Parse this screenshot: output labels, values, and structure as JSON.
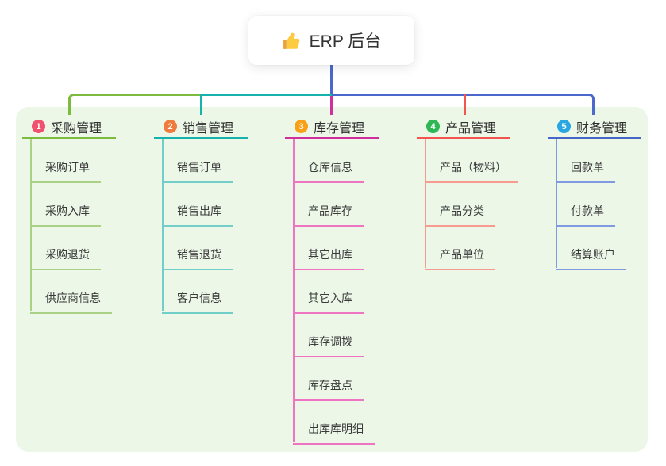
{
  "root": {
    "title": "ERP 后台",
    "icon": "thumbs-up-icon"
  },
  "canvas": {
    "background": "#FFFFFF",
    "panel_color": "#ECF7E8",
    "trunk_color": "#4B68CD"
  },
  "branches": [
    {
      "badge": "1",
      "title": "采购管理",
      "color": "#7CBB3D",
      "light_color": "#AAD287",
      "badge_color": "#F1506E",
      "items": [
        "采购订单",
        "采购入库",
        "采购退货",
        "供应商信息"
      ]
    },
    {
      "badge": "2",
      "title": "销售管理",
      "color": "#16B3AC",
      "light_color": "#72CEC8",
      "badge_color": "#F07B3D",
      "items": [
        "销售订单",
        "销售出库",
        "销售退货",
        "客户信息"
      ]
    },
    {
      "badge": "3",
      "title": "库存管理",
      "color": "#D12F9D",
      "light_color": "#EF74C2",
      "badge_color": "#F8A018",
      "items": [
        "仓库信息",
        "产品库存",
        "其它出库",
        "其它入库",
        "库存调拨",
        "库存盘点",
        "出库库明细"
      ]
    },
    {
      "badge": "4",
      "title": "产品管理",
      "color": "#F3544D",
      "light_color": "#F79A90",
      "badge_color": "#2DB854",
      "items": [
        "产品（物料）",
        "产品分类",
        "产品单位"
      ]
    },
    {
      "badge": "5",
      "title": "财务管理",
      "color": "#4667C9",
      "light_color": "#7F9ADF",
      "badge_color": "#27A6E1",
      "items": [
        "回款单",
        "付款单",
        "结算账户"
      ]
    }
  ]
}
